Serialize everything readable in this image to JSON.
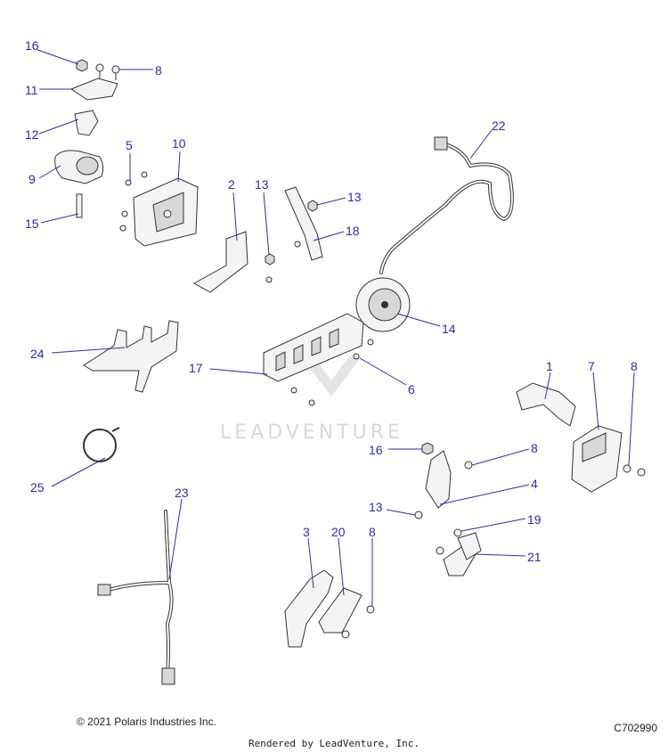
{
  "watermark": "LEADVENTURE",
  "footer": {
    "copyright": "© 2021 Polaris Industries Inc.",
    "diagram_code": "C702990",
    "rendered_by": "Rendered by LeadVenture, Inc."
  },
  "callouts": {
    "c16a": "16",
    "c8a": "8",
    "c11": "11",
    "c12": "12",
    "c9": "9",
    "c15": "15",
    "c5": "5",
    "c10": "10",
    "c2": "2",
    "c13a": "13",
    "c13b": "13",
    "c18": "18",
    "c22": "22",
    "c14": "14",
    "c24": "24",
    "c17": "17",
    "c6": "6",
    "c1": "1",
    "c7": "7",
    "c8b": "8",
    "c16b": "16",
    "c8c": "8",
    "c4": "4",
    "c25": "25",
    "c23": "23",
    "c13c": "13",
    "c19": "19",
    "c21": "21",
    "c3": "3",
    "c20": "20",
    "c8d": "8"
  }
}
